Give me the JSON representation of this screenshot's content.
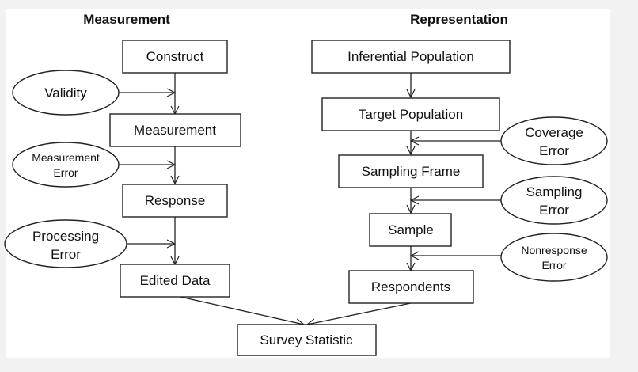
{
  "headings": {
    "left": "Measurement",
    "right": "Representation"
  },
  "measurement_boxes": {
    "construct": "Construct",
    "measurement": "Measurement",
    "response": "Response",
    "edited_data": "Edited Data"
  },
  "measurement_errors": {
    "validity": [
      "Validity"
    ],
    "measurement_error": [
      "Measurement",
      "Error"
    ],
    "processing_error": [
      "Processing",
      "Error"
    ]
  },
  "representation_boxes": {
    "inferential_population": "Inferential Population",
    "target_population": "Target Population",
    "sampling_frame": "Sampling Frame",
    "sample": "Sample",
    "respondents": "Respondents"
  },
  "representation_errors": {
    "coverage_error": [
      "Coverage",
      "Error"
    ],
    "sampling_error": [
      "Sampling",
      "Error"
    ],
    "nonresponse_error": [
      "Nonresponse",
      "Error"
    ]
  },
  "output": {
    "survey_statistic": "Survey Statistic"
  },
  "colors": {
    "stroke": "#222222",
    "text": "#111111",
    "box_fill": "#ffffff",
    "page_bg": "#f2f2f2"
  }
}
